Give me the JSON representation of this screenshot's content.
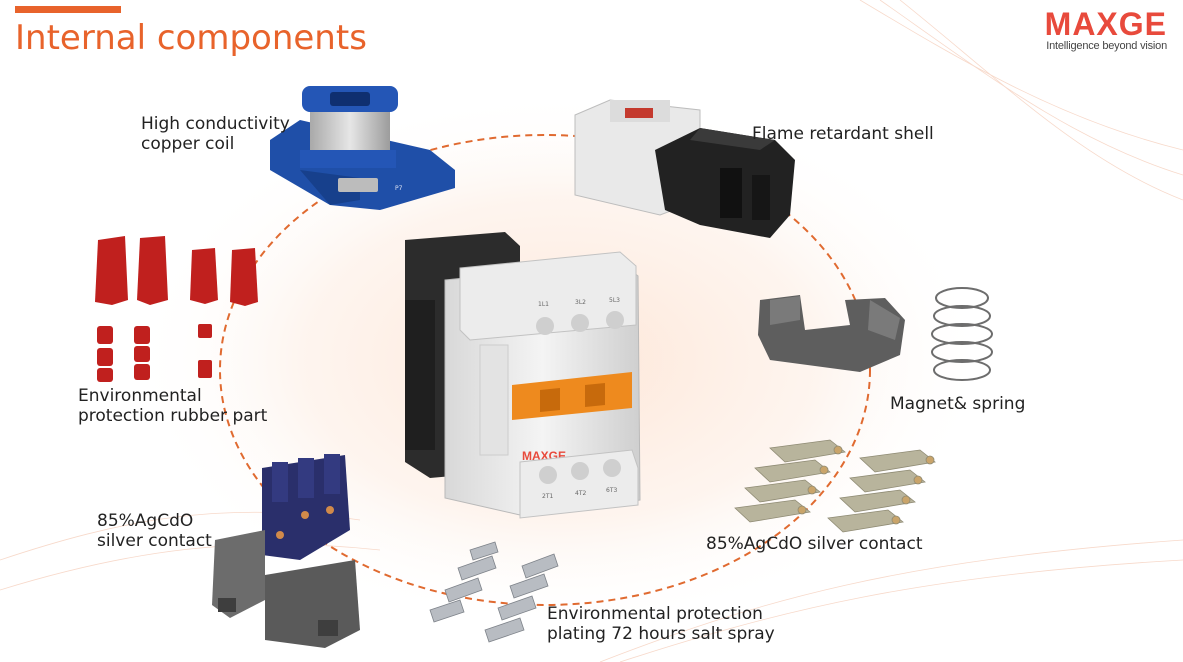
{
  "slide": {
    "title": "Internal components",
    "logo": {
      "word": "MAXGE",
      "tagline": "Intelligence beyond vision"
    },
    "product_brand": "MAXGE",
    "labels": {
      "copper_coil": [
        "High conductivity",
        "copper coil"
      ],
      "flame_shell": "Flame retardant shell",
      "rubber_part": [
        "Environmental",
        "protection rubber part"
      ],
      "magnet_spring": "Magnet& spring",
      "silver_contact_left": [
        "85%AgCdO",
        "silver contact"
      ],
      "silver_contact_right": "85%AgCdO silver contact",
      "salt_spray": [
        "Environmental protection",
        "plating 72 hours salt spray"
      ]
    },
    "terminal_marks": {
      "top": [
        "1L1",
        "3L2",
        "5L3"
      ],
      "bottom": [
        "2T1",
        "4T2",
        "6T3"
      ]
    },
    "colors": {
      "accent": "#e8632b",
      "logo": "#e84a3c",
      "coil_blue": "#1f4fa8",
      "rubber_red": "#c0201e",
      "contact_navy": "#2a2f6b"
    }
  }
}
